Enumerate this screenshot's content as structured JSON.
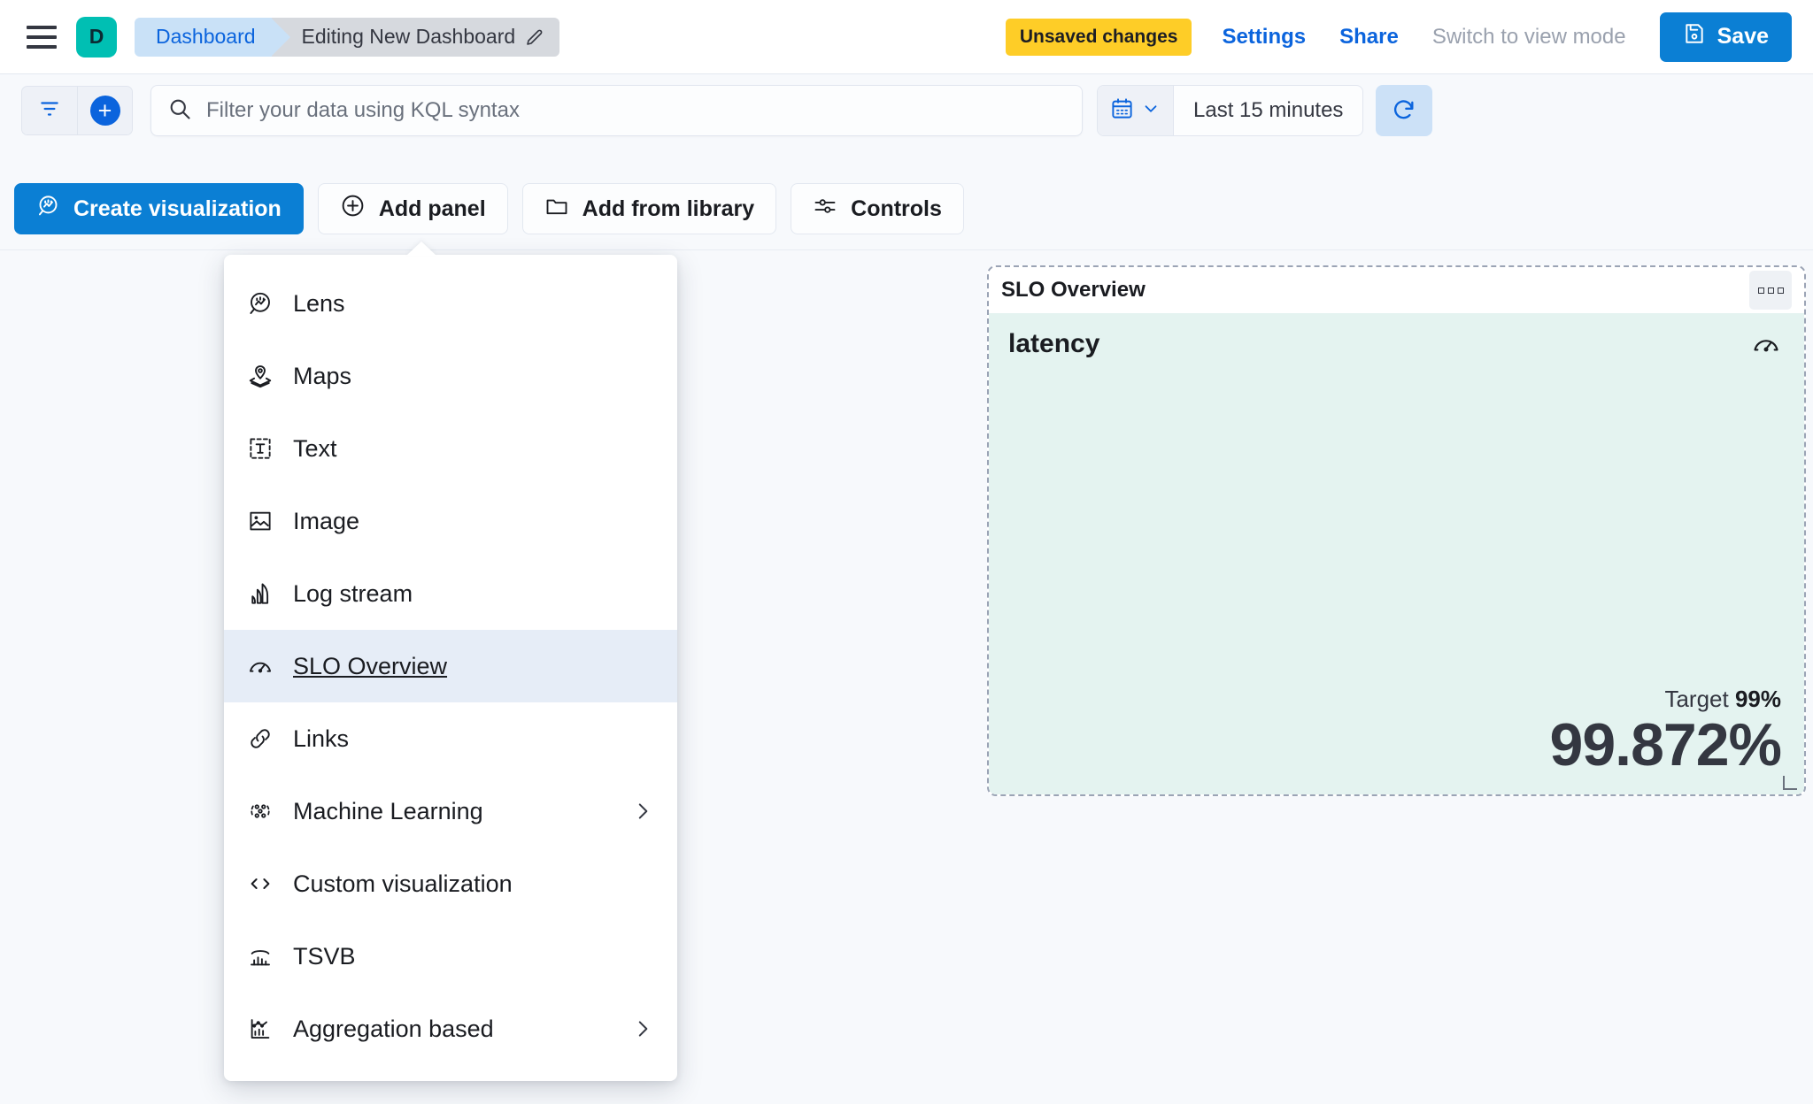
{
  "header": {
    "menu_icon": "hamburger-icon",
    "app_badge": "D",
    "breadcrumb_app": "Dashboard",
    "breadcrumb_current": "Editing New Dashboard",
    "edit_icon": "pencil-icon",
    "unsaved_badge": "Unsaved changes",
    "settings_label": "Settings",
    "share_label": "Share",
    "view_mode_label": "Switch to view mode",
    "save_label": "Save",
    "save_icon": "save-disk-icon",
    "accent_color": "#0B7FD4",
    "badge_color": "#FECD27",
    "app_badge_color": "#00BFB3"
  },
  "query": {
    "filter_icon": "filter-icon",
    "add_filter_icon": "plus-circle-icon",
    "search_icon": "search-icon",
    "placeholder": "Filter your data using KQL syntax",
    "value": "",
    "calendar_icon": "calendar-icon",
    "chevron_icon": "chevron-down-icon",
    "time_range": "Last 15 minutes",
    "refresh_icon": "refresh-icon"
  },
  "toolbar": {
    "buttons": [
      {
        "label": "Create visualization",
        "icon": "lens-icon",
        "primary": true
      },
      {
        "label": "Add panel",
        "icon": "plus-in-circle-icon",
        "primary": false
      },
      {
        "label": "Add from library",
        "icon": "folder-icon",
        "primary": false
      },
      {
        "label": "Controls",
        "icon": "sliders-icon",
        "primary": false
      }
    ]
  },
  "menu": {
    "items": [
      {
        "label": "Lens",
        "icon": "lens-icon",
        "active": false,
        "submenu": false
      },
      {
        "label": "Maps",
        "icon": "map-marker-layers-icon",
        "active": false,
        "submenu": false
      },
      {
        "label": "Text",
        "icon": "text-box-icon",
        "active": false,
        "submenu": false
      },
      {
        "label": "Image",
        "icon": "image-icon",
        "active": false,
        "submenu": false
      },
      {
        "label": "Log stream",
        "icon": "log-stream-icon",
        "active": false,
        "submenu": false
      },
      {
        "label": "SLO Overview",
        "icon": "gauge-icon",
        "active": true,
        "submenu": false
      },
      {
        "label": "Links",
        "icon": "link-icon",
        "active": false,
        "submenu": false
      },
      {
        "label": "Machine Learning",
        "icon": "machine-learning-icon",
        "active": false,
        "submenu": true
      },
      {
        "label": "Custom visualization",
        "icon": "code-icon",
        "active": false,
        "submenu": false
      },
      {
        "label": "TSVB",
        "icon": "tsvb-chart-icon",
        "active": false,
        "submenu": false
      },
      {
        "label": "Aggregation based",
        "icon": "aggregation-chart-icon",
        "active": false,
        "submenu": true
      }
    ]
  },
  "panel": {
    "title": "SLO Overview",
    "context_menu_icon": "grid-dots-icon",
    "metric_name": "latency",
    "gauge_icon": "gauge-icon",
    "target_label": "Target",
    "target_value": "99%",
    "current_value": "99.872%",
    "body_bg": "#E4F3F0"
  }
}
